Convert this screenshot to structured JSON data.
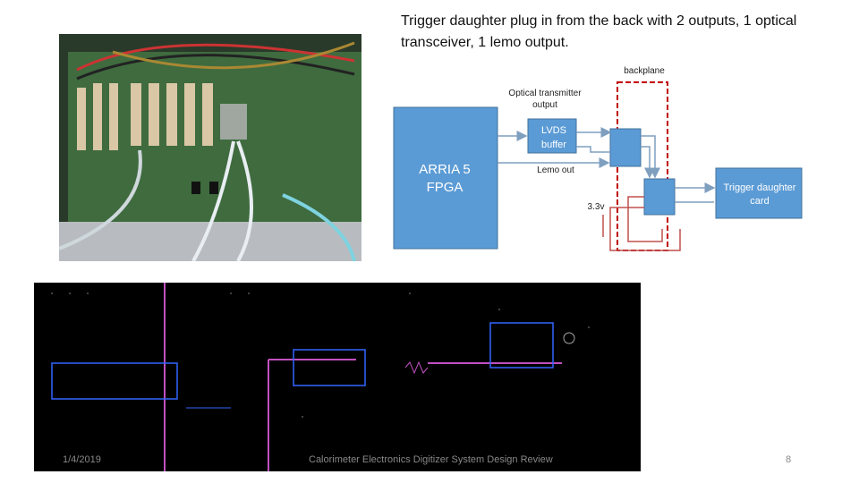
{
  "slide": {
    "title": "Trigger daughter plug in from the back with 2 outputs, 1 optical transceiver, 1 lemo output."
  },
  "diagram": {
    "backplane_label": "backplane",
    "optical_label": "Optical transmitter output",
    "lvds_label": "LVDS buffer",
    "fpga_label": "ARRIA 5 FPGA",
    "lemo_label": "Lemo out",
    "voltage_label": "3.3v",
    "trigger_label": "Trigger daughter card"
  },
  "footer": {
    "date": "1/4/2019",
    "center": "Calorimeter Electronics Digitizer System Design Review",
    "page": "8"
  },
  "colors": {
    "block_blue": "#5b9bd5",
    "arrow_gray": "#7f9fbf",
    "backplane_red": "#c00000",
    "wire_red": "#c0504d"
  }
}
